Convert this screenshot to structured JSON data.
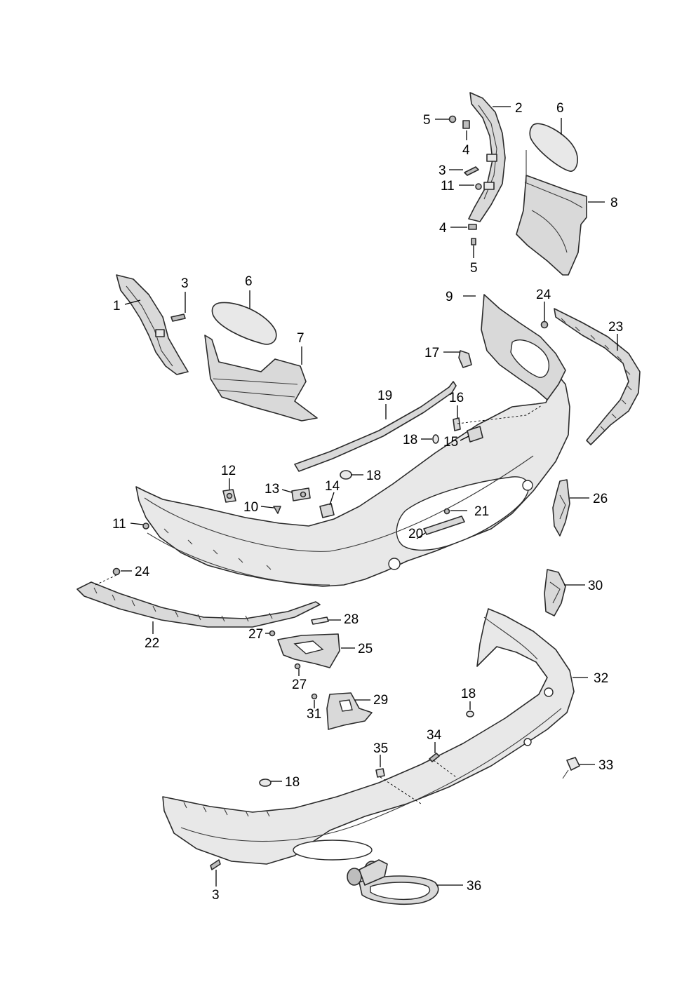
{
  "callouts": [
    {
      "id": "c1",
      "label": "1"
    },
    {
      "id": "c2",
      "label": "2"
    },
    {
      "id": "c3a",
      "label": "3"
    },
    {
      "id": "c3b",
      "label": "3"
    },
    {
      "id": "c3c",
      "label": "3"
    },
    {
      "id": "c4a",
      "label": "4"
    },
    {
      "id": "c4b",
      "label": "4"
    },
    {
      "id": "c5a",
      "label": "5"
    },
    {
      "id": "c5b",
      "label": "5"
    },
    {
      "id": "c6a",
      "label": "6"
    },
    {
      "id": "c6b",
      "label": "6"
    },
    {
      "id": "c7",
      "label": "7"
    },
    {
      "id": "c8",
      "label": "8"
    },
    {
      "id": "c9",
      "label": "9"
    },
    {
      "id": "c10",
      "label": "10"
    },
    {
      "id": "c11a",
      "label": "11"
    },
    {
      "id": "c11b",
      "label": "11"
    },
    {
      "id": "c12",
      "label": "12"
    },
    {
      "id": "c13",
      "label": "13"
    },
    {
      "id": "c14",
      "label": "14"
    },
    {
      "id": "c15",
      "label": "15"
    },
    {
      "id": "c16",
      "label": "16"
    },
    {
      "id": "c17",
      "label": "17"
    },
    {
      "id": "c18a",
      "label": "18"
    },
    {
      "id": "c18b",
      "label": "18"
    },
    {
      "id": "c18c",
      "label": "18"
    },
    {
      "id": "c18d",
      "label": "18"
    },
    {
      "id": "c19",
      "label": "19"
    },
    {
      "id": "c20",
      "label": "20"
    },
    {
      "id": "c21",
      "label": "21"
    },
    {
      "id": "c22",
      "label": "22"
    },
    {
      "id": "c23",
      "label": "23"
    },
    {
      "id": "c24a",
      "label": "24"
    },
    {
      "id": "c24b",
      "label": "24"
    },
    {
      "id": "c25",
      "label": "25"
    },
    {
      "id": "c26",
      "label": "26"
    },
    {
      "id": "c27a",
      "label": "27"
    },
    {
      "id": "c27b",
      "label": "27"
    },
    {
      "id": "c28",
      "label": "28"
    },
    {
      "id": "c29",
      "label": "29"
    },
    {
      "id": "c30",
      "label": "30"
    },
    {
      "id": "c31",
      "label": "31"
    },
    {
      "id": "c32",
      "label": "32"
    },
    {
      "id": "c33",
      "label": "33"
    },
    {
      "id": "c34",
      "label": "34"
    },
    {
      "id": "c35",
      "label": "35"
    },
    {
      "id": "c36",
      "label": "36"
    }
  ]
}
